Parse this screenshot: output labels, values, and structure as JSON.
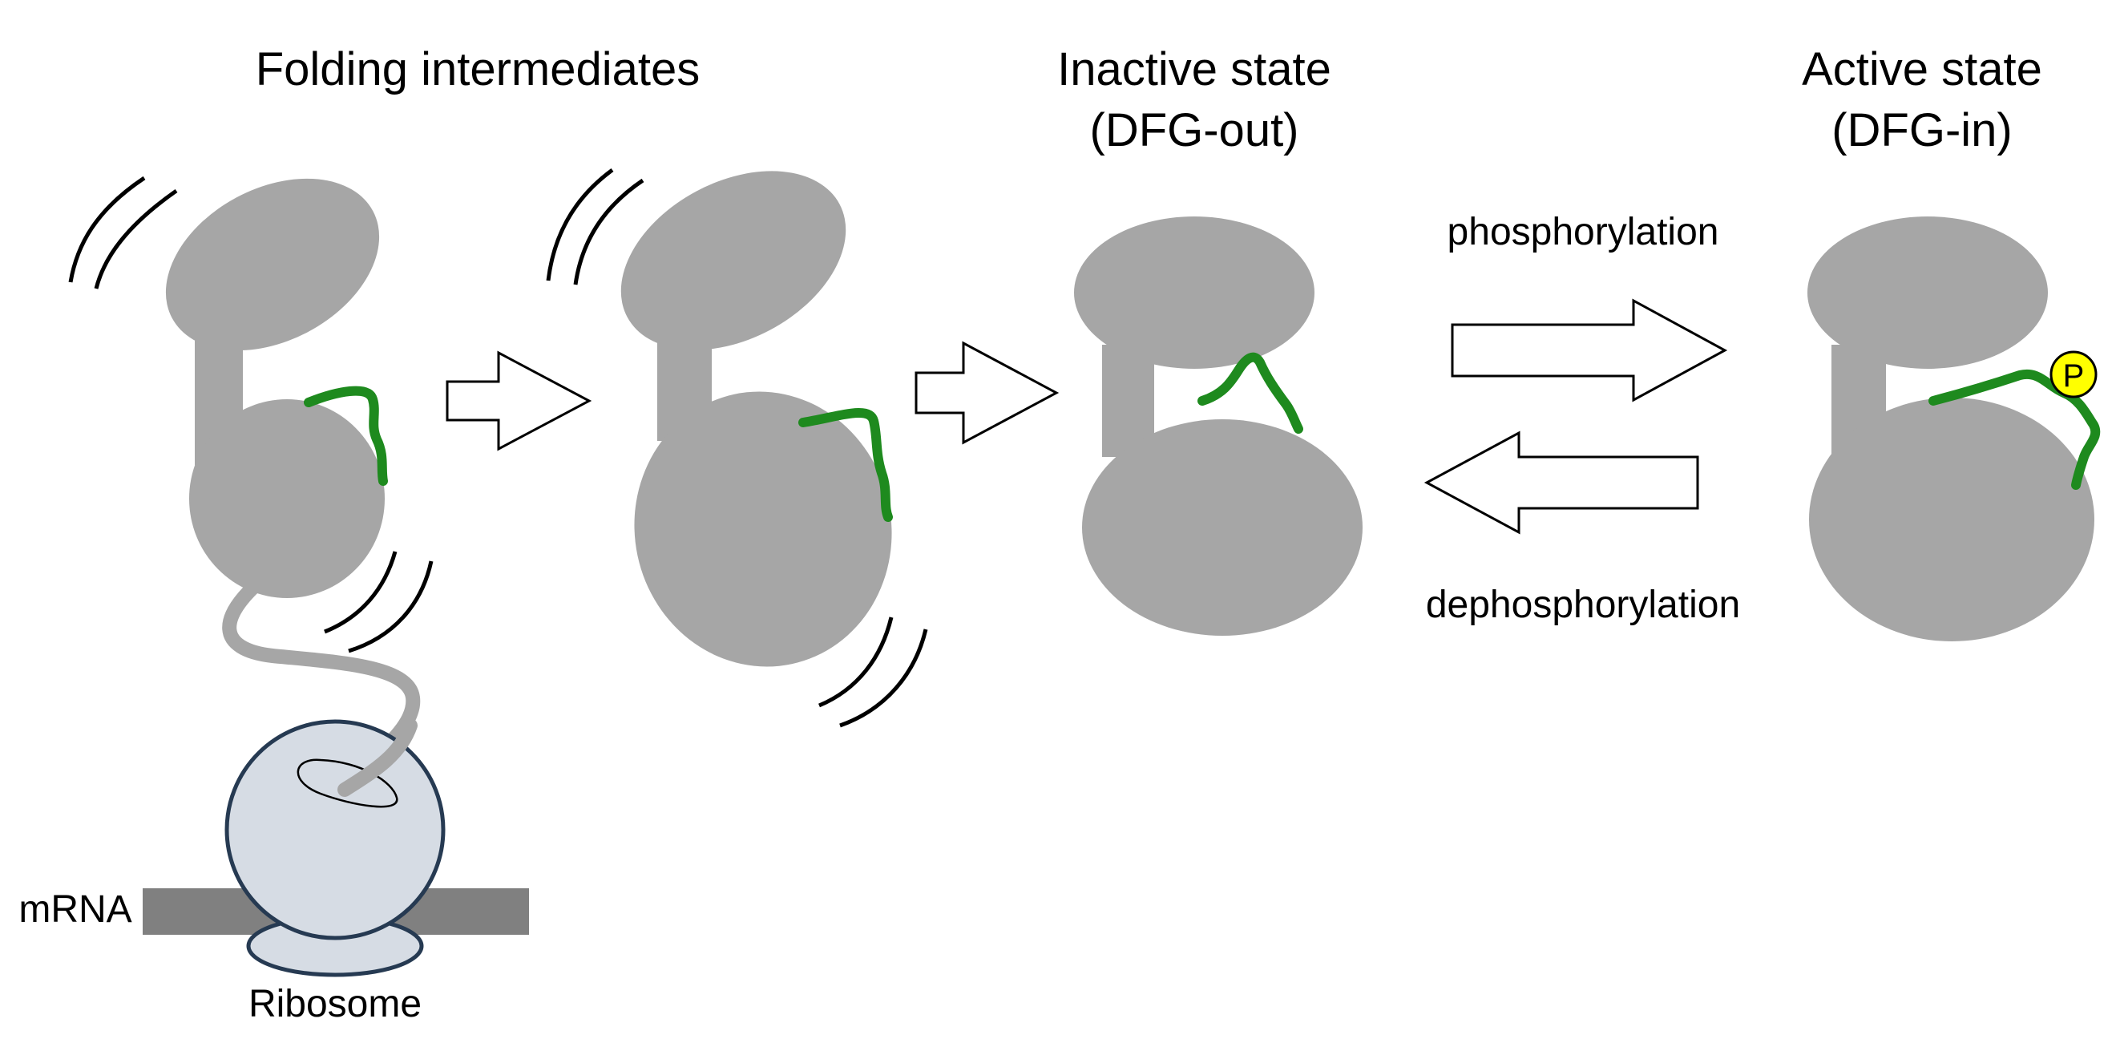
{
  "stages": {
    "folding": {
      "title": "Folding intermediates"
    },
    "inactive": {
      "title_line1": "Inactive state",
      "title_line2": "(DFG-out)"
    },
    "active": {
      "title_line1": "Active state",
      "title_line2": "(DFG-in)"
    }
  },
  "transitions": {
    "forward_label": "phosphorylation",
    "reverse_label": "dephosphorylation"
  },
  "ribosome": {
    "mrna_label": "mRNA",
    "ribosome_label": "Ribosome"
  },
  "phosphate_label": "P",
  "colors": {
    "protein": "#a6a6a6",
    "loop": "#1e8a1e",
    "ribosome_fill": "#d6dce4",
    "ribosome_stroke": "#263a52",
    "mrna": "#808080",
    "phosphate": "#ffff00"
  }
}
